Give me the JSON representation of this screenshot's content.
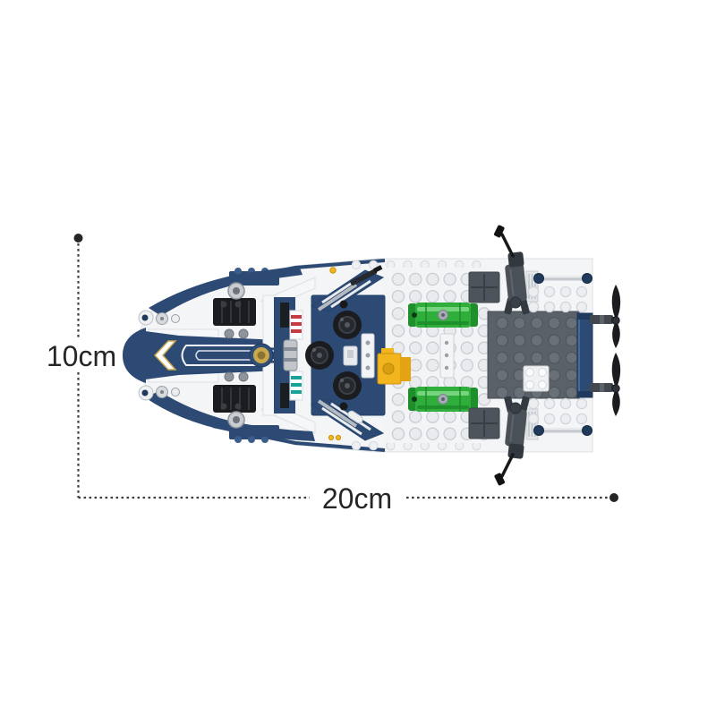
{
  "figure": {
    "type": "product-dimension-diagram",
    "subject": "brick-built police speedboat, top view"
  },
  "dimensions": {
    "height_label": "10cm",
    "width_label": "20cm"
  },
  "palette": {
    "background": "#ffffff",
    "dim_line": "#3d3d3d",
    "dim_text": "#262626",
    "navy": "#2c4a73",
    "navy_deep": "#1f3a5c",
    "white_part": "#f4f5f7",
    "part_outline": "#dde1e6",
    "deck_base": "#f2f4f6",
    "dark_gray": "#5a6168",
    "green": "#2fae3c",
    "green_deep": "#1f8f2c",
    "yellow": "#f2b51d",
    "black": "#1a1c1f",
    "red": "#c63a42",
    "teal": "#19a296",
    "chrome": "#c6cad0",
    "gold": "#c9a84c"
  }
}
